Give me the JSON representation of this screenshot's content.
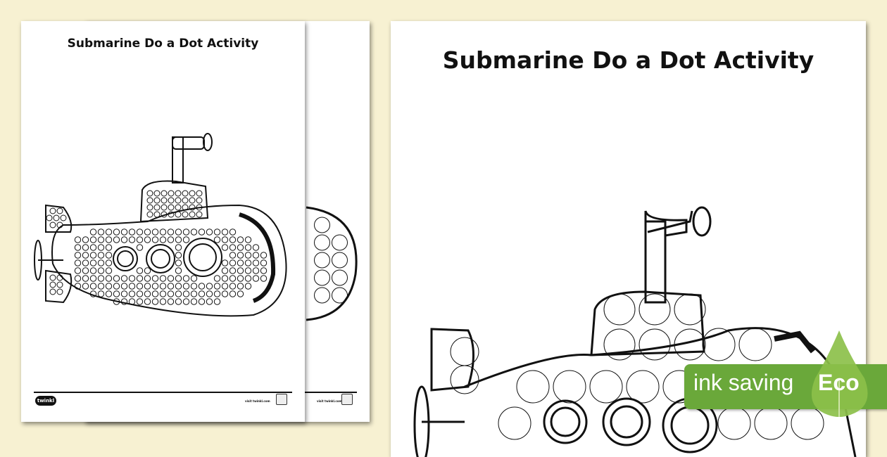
{
  "worksheet": {
    "title": "Submarine Do a Dot Activity",
    "footer_visit": "visit twinkl.com",
    "logo": "twinkl"
  },
  "eco_badge": {
    "label": "ink saving",
    "tag": "Eco",
    "colors": {
      "bar": "#6aa83a",
      "drop": "#8cc04a"
    }
  },
  "background_color": "#f7f1d2"
}
